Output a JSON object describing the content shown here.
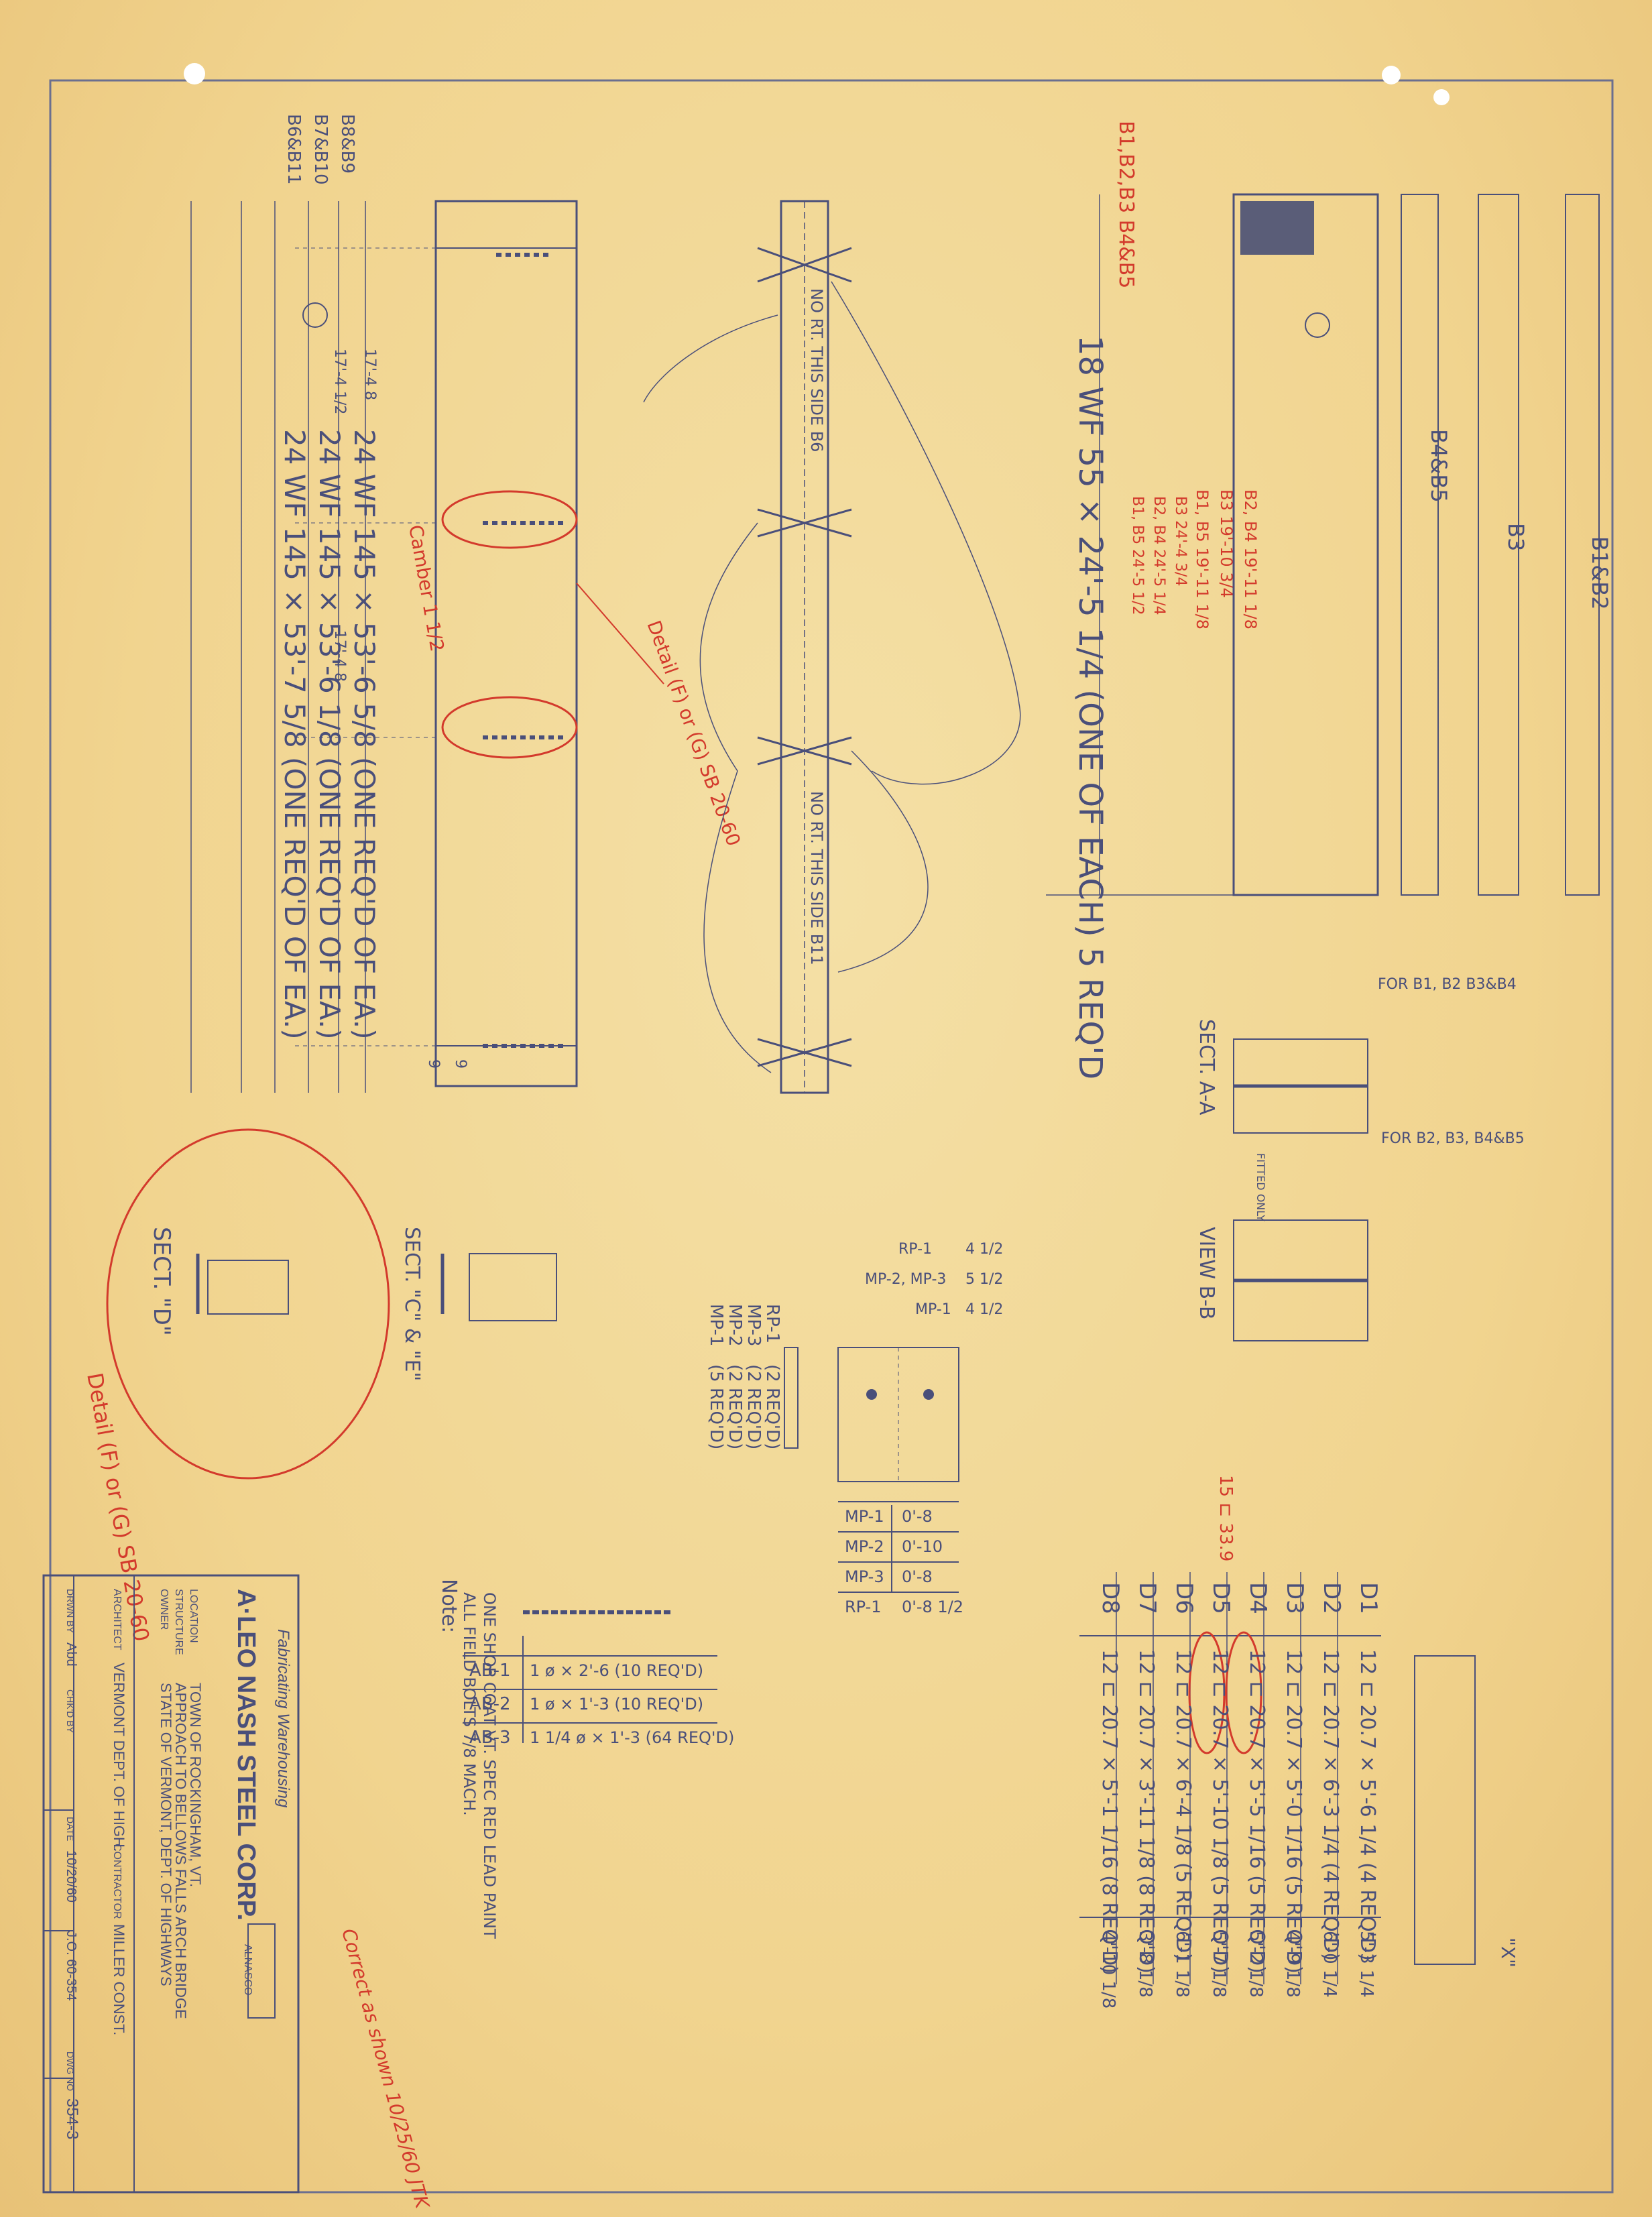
{
  "title_block": {
    "company": "A·LEO NASH STEEL CORP.",
    "subtitle": "Fabricating Warehousing",
    "logo": "ALNASCO",
    "owner_label": "OWNER",
    "owner": "STATE OF VERMONT, DEPT. OF HIGHWAYS",
    "structure_label": "STRUCTURE",
    "structure": "APPROACH TO BELLOWS FALLS ARCH BRIDGE",
    "location_label": "LOCATION",
    "location": "TOWN OF ROCKINGHAM, VT.",
    "architect_label": "ARCHITECT",
    "architect": "VERMONT DEPT. OF HIGH.",
    "contractor_label": "CONTRACTOR",
    "contractor": "MILLER CONST.",
    "drawn_by_label": "DRWN BY",
    "drawn_by": "Abd",
    "checked_by_label": "CHK'D BY",
    "date_label": "DATE",
    "date": "10/20/60",
    "job": "J.O. 60-354",
    "dwg_no_label": "DWG NO",
    "dwg_no": "354-3"
  },
  "notes": {
    "heading": "Note:",
    "line1": "ALL FIELD BOLTS 7/8 MACH.",
    "line2": "ONE SHOP COAT VT. SPEC RED LEAD PAINT"
  },
  "left_beams": {
    "marks_top": "B6&B11",
    "marks_mid": "B7&B10",
    "marks_bot": "B8&B9",
    "sizes": [
      "24 WF 145 × 53'-7 5/8 (ONE REQ'D OF EA.)",
      "24 WF 145 × 53'-6 1/8 (ONE REQ'D OF EA.)",
      "24 WF 145 × 53'-6 5/8 (ONE REQ'D OF EA.)"
    ],
    "camber": "Camber 1 1/2",
    "detail_ref": "Detail (F) or (G) SB 20-60",
    "dims": [
      "17'-4 1/2",
      "17'-4 8",
      "17'-4 8",
      "9",
      "9"
    ],
    "no_rt": "NO RT. THIS SIDE B6",
    "no_rt2": "NO RT. THIS SIDE B11"
  },
  "right_beams": {
    "marks": "B1,B2,B3 B4&B5",
    "size": "18 WF 55 × 24'-5 1/4 (ONE OF EACH) 5 REQ'D",
    "red_dims": [
      "B1, B5 19'-11 1/8",
      "B3 19'-10 3/4",
      "B2, B4 19'-11 1/8",
      "B1, B5 24'-5 1/2",
      "B2, B4 24'-5 1/4",
      "B3 24'-4 3/4"
    ],
    "labels": [
      "B4&B5",
      "B3",
      "B1&B2"
    ]
  },
  "sections": {
    "sect_d": "SECT. \"D\"",
    "sect_ce": "SECT. \"C\" & \"E\"",
    "sect_aa": "SECT. A-A",
    "view_bb": "VIEW B-B",
    "detail_fg": "Detail (F) or (G) SB 20-60",
    "fitted_only": "FITTED ONLY",
    "for_b1b2": "FOR B1, B2 B3&B4",
    "for_b2": "FOR B2, B3, B4&B5"
  },
  "plate_table": {
    "rows": [
      {
        "mark": "MP-1",
        "qty": "(5 REQ'D)"
      },
      {
        "mark": "MP-2",
        "qty": "(2 REQ'D)"
      },
      {
        "mark": "MP-3",
        "qty": "(2 REQ'D)"
      },
      {
        "mark": "RP-1",
        "qty": "(2 REQ'D)"
      }
    ],
    "lengths": [
      {
        "mark": "MP-1",
        "len": "0'-8"
      },
      {
        "mark": "MP-2",
        "len": "0'-10"
      },
      {
        "mark": "MP-3",
        "len": "0'-8"
      },
      {
        "mark": "RP-1",
        "len": "0'-8 1/2"
      }
    ],
    "widths": [
      {
        "mark": "RP-1",
        "w": "4 1/2"
      },
      {
        "mark": "MP-2, MP-3",
        "w": "5 1/2"
      },
      {
        "mark": "MP-1",
        "w": "4 1/2"
      }
    ]
  },
  "anchor_bolts": [
    {
      "mark": "AB-1",
      "desc": "1 ø × 2'-6 (10 REQ'D)"
    },
    {
      "mark": "AB-2",
      "desc": "1 ø × 1'-3 (10 REQ'D)"
    },
    {
      "mark": "AB-3",
      "desc": "1 1/4 ø × 1'-3 (64 REQ'D)"
    }
  ],
  "diaphragms": {
    "red_note": "15 ⊏ 33.9",
    "col_x": "\"X\"",
    "rows": [
      {
        "mark": "D1",
        "desc": "12 ⊏ 20.7 × 5'-6 1/4 (4 REQ'D)",
        "x": "5'-3 1/4"
      },
      {
        "mark": "D2",
        "desc": "12 ⊏ 20.7 × 6'-3 1/4 (4 REQ'D)",
        "x": "6'-0 1/4"
      },
      {
        "mark": "D3",
        "desc": "12 ⊏ 20.7 × 5'-0 1/16 (5 REQ'D)",
        "x": "4'-9 1/8"
      },
      {
        "mark": "D4",
        "desc": "12 ⊏ 20.7 × 5'-5 1/16 (5 REQ'D)",
        "x": "5'-2 1/8"
      },
      {
        "mark": "D5",
        "desc": "12 ⊏ 20.7 × 5'-10 1/8 (5 REQ'D)",
        "x": "5'-7 1/8"
      },
      {
        "mark": "D6",
        "desc": "12 ⊏ 20.7 × 6'-4 1/8 (5 REQ'D)",
        "x": "6'-1 1/8"
      },
      {
        "mark": "D7",
        "desc": "12 ⊏ 20.7 × 3'-11 1/8 (8 REQ'D)",
        "x": "3'-8 1/8"
      },
      {
        "mark": "D8",
        "desc": "12 ⊏ 20.7 × 5'-1 1/16 (8 REQ'D)",
        "x": "4'-10 1/8"
      }
    ]
  },
  "approval": "Correct as shown 10/25/60 JTK"
}
